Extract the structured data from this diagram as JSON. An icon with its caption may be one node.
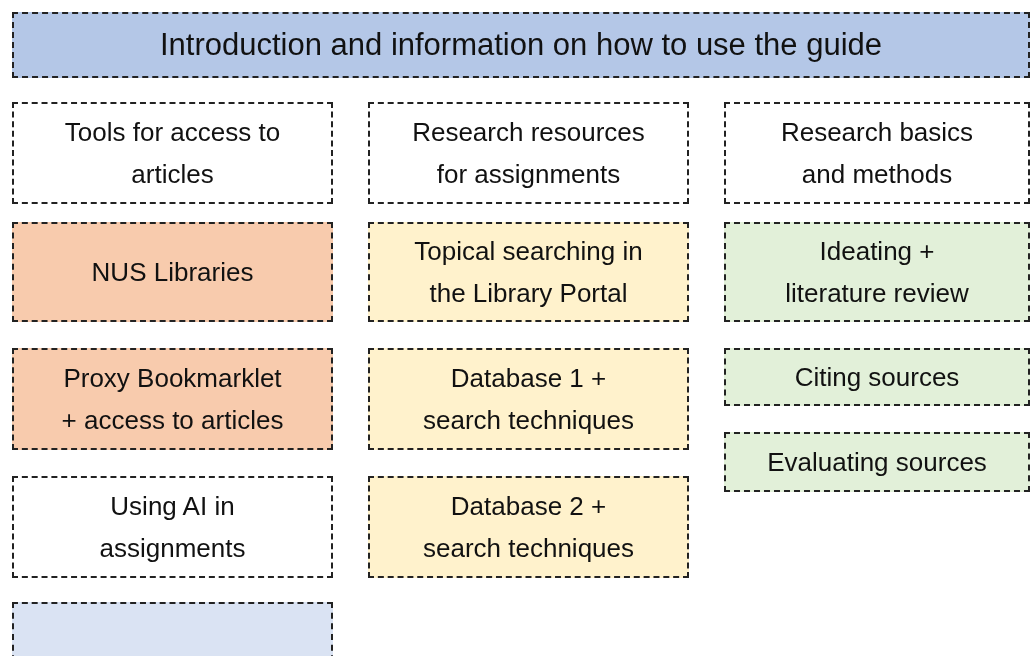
{
  "diagram": {
    "nodes": [
      {
        "text": [
          "Introduction and information on how to use the guide"
        ]
      },
      {
        "text": [
          "Tools for access to articles"
        ]
      },
      {
        "text": [
          "Research resources for assignments"
        ]
      },
      {
        "text": [
          "Research basics and methods"
        ]
      },
      {
        "text": [
          "NUS Libraries"
        ]
      },
      {
        "text": [
          "Topical searching in the Library Portal"
        ]
      },
      {
        "text": [
          "Ideating + literature review"
        ]
      },
      {
        "text": [
          "Proxy Bookmarklet + access to articles"
        ]
      },
      {
        "text": [
          "Database 1 + search techniques"
        ]
      },
      {
        "text": [
          "Citing sources"
        ]
      },
      {
        "text": [
          "Evaluating sources"
        ]
      },
      {
        "text": [
          "Database 2 + search techniques"
        ]
      },
      {
        "text": [
          "Using AI in assignments"
        ]
      },
      {
        "text": [],
        "shape": "box"
      }
    ]
  }
}
